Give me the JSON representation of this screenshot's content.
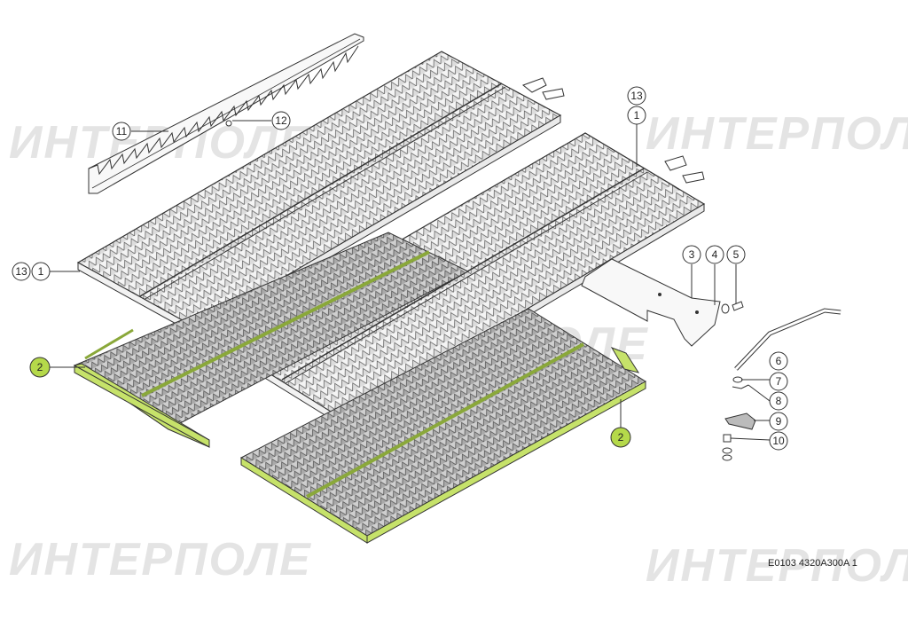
{
  "watermark": {
    "text": "ИНТЕРПОЛЕ"
  },
  "drawing_code": "E0103 4320A300A 1",
  "callouts": {
    "c13_left": "13",
    "c1_left": "1",
    "c13_right": "13",
    "c1_right": "1",
    "c2_left": "2",
    "c2_right": "2",
    "c3": "3",
    "c4": "4",
    "c5": "5",
    "c6": "6",
    "c7": "7",
    "c8": "8",
    "c9": "9",
    "c10": "10",
    "c11": "11",
    "c12": "12"
  },
  "colors": {
    "highlight": "#c6e26a",
    "highlight_callout": "#b5d94a",
    "line": "#333333",
    "sieve_fill": "#f2f2f2",
    "watermark": "#e4e4e4"
  }
}
